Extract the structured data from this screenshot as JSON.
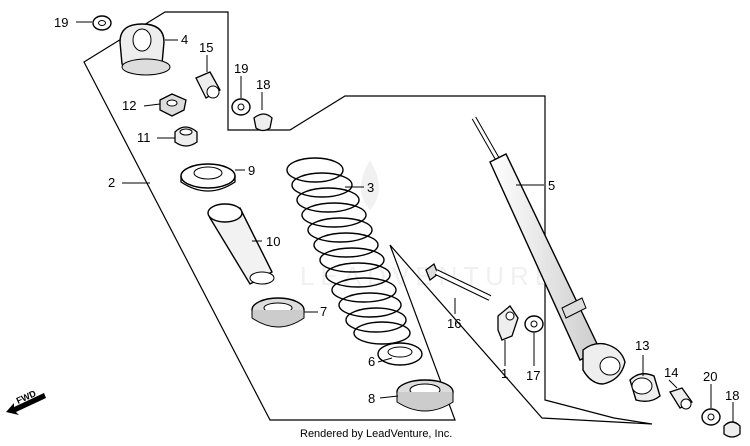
{
  "diagram": {
    "callouts": {
      "c1": "1",
      "c2": "2",
      "c3": "3",
      "c4": "4",
      "c5": "5",
      "c6": "6",
      "c7": "7",
      "c8": "8",
      "c9": "9",
      "c10": "10",
      "c11": "11",
      "c12": "12",
      "c13": "13",
      "c14": "14",
      "c15": "15",
      "c16": "16",
      "c17": "17",
      "c18a": "18",
      "c18b": "18",
      "c19a": "19",
      "c19b": "19",
      "c20": "20"
    },
    "fwd_label": "FWD",
    "watermark": "LEADVENTURE"
  },
  "footer": {
    "rendered_by": "Rendered by LeadVenture, Inc."
  }
}
